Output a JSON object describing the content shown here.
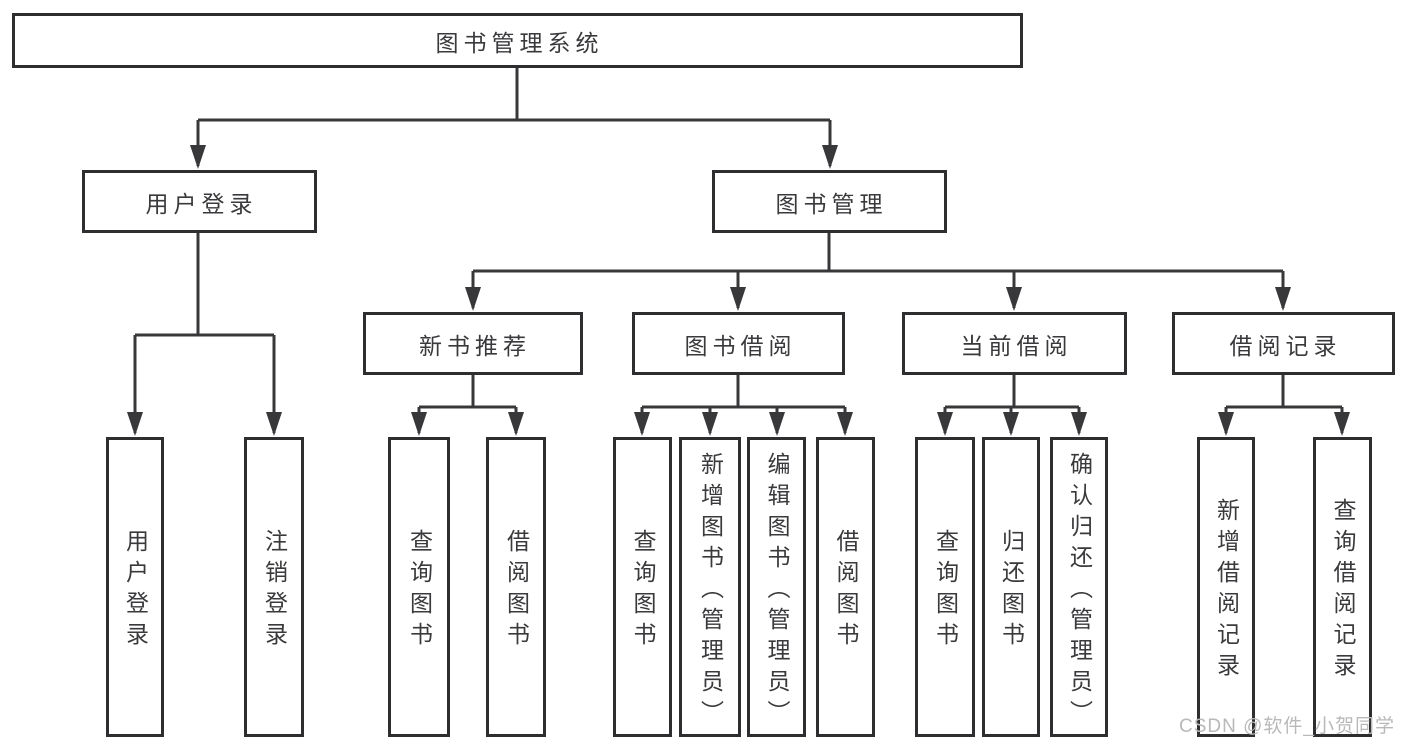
{
  "colors": {
    "line": "#38383b",
    "box_border": "#2e2e31",
    "text": "#3a3a3d",
    "watermark": "#b9b9b9",
    "background": "#ffffff"
  },
  "watermark": "CSDN @软件_小贺同学",
  "tree": {
    "root": {
      "label": "图书管理系统"
    },
    "branches": [
      {
        "label": "用户登录",
        "children": [
          {
            "label": "用户登录"
          },
          {
            "label": "注销登录"
          }
        ]
      },
      {
        "label": "图书管理",
        "children": [
          {
            "label": "新书推荐",
            "children": [
              {
                "label": "查询图书"
              },
              {
                "label": "借阅图书"
              }
            ]
          },
          {
            "label": "图书借阅",
            "children": [
              {
                "label": "查询图书"
              },
              {
                "label": "新增图书（管理员）"
              },
              {
                "label": "编辑图书（管理员）"
              },
              {
                "label": "借阅图书"
              }
            ]
          },
          {
            "label": "当前借阅",
            "children": [
              {
                "label": "查询图书"
              },
              {
                "label": "归还图书"
              },
              {
                "label": "确认归还（管理员）"
              }
            ]
          },
          {
            "label": "借阅记录",
            "children": [
              {
                "label": "新增借阅记录"
              },
              {
                "label": "查询借阅记录"
              }
            ]
          }
        ]
      }
    ]
  }
}
